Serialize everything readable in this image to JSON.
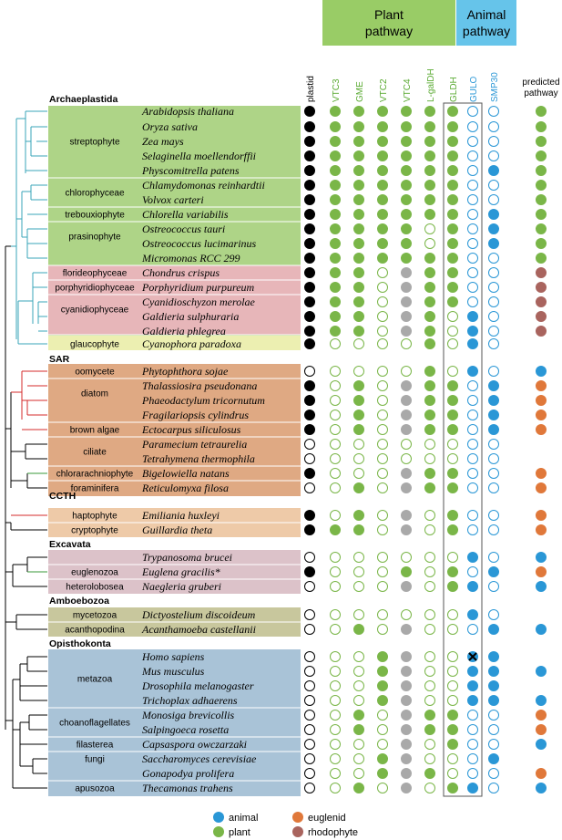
{
  "header": {
    "plant_pathway": "Plant pathway",
    "animal_pathway": "Animal pathway",
    "plant_color": "#99cc66",
    "animal_color": "#66c4ea"
  },
  "columns": [
    {
      "key": "plastid",
      "label": "plastid",
      "color": "#000000"
    },
    {
      "key": "VTC3",
      "label": "VTC3",
      "color": "#5aaa32"
    },
    {
      "key": "GME",
      "label": "GME",
      "color": "#5aaa32"
    },
    {
      "key": "VTC2",
      "label": "VTC2",
      "color": "#5aaa32"
    },
    {
      "key": "VTC4",
      "label": "VTC4",
      "color": "#5aaa32"
    },
    {
      "key": "LgalDH",
      "label": "L-galDH",
      "color": "#5aaa32"
    },
    {
      "key": "GLDH",
      "label": "GLDH",
      "color": "#5aaa32"
    },
    {
      "key": "GULO",
      "label": "GULO",
      "color": "#2a97d6"
    },
    {
      "key": "SMP30",
      "label": "SMP30",
      "color": "#2a97d6"
    },
    {
      "key": "pred",
      "label": "predicted pathway",
      "color": "#000000"
    }
  ],
  "groups": [
    "Archaeplastida",
    "SAR",
    "CCTH",
    "Excavata",
    "Amboebozoa",
    "Opisthokonta"
  ],
  "clades": [
    "streptophyte",
    "chlorophyceae",
    "trebouxiophyte",
    "prasinophyte",
    "florideophyceae",
    "porphyridiophyceae",
    "cyanidiophyceae",
    "glaucophyte",
    "oomycete",
    "diatom",
    "brown algae",
    "ciliate",
    "chlorarachniophyte",
    "foraminifera",
    "haptophyte",
    "cryptophyte",
    "euglenozoa",
    "heterolobosea",
    "mycetozoa",
    "acanthopodina",
    "metazoa",
    "choanoflagellates",
    "filasterea",
    "fungi",
    "apusozoa"
  ],
  "species": [
    "Arabidopsis thaliana",
    "Oryza sativa",
    "Zea mays",
    "Selaginella moellendorffii",
    "Physcomitrella patens",
    "Chlamydomonas reinhardtii",
    "Volvox carteri",
    "Chlorella variabilis",
    "Ostreococcus tauri",
    "Ostreococcus lucimarinus",
    "Micromonas RCC 299",
    "Chondrus crispus",
    "Porphyridium purpureum",
    "Cyanidioschyzon merolae",
    "Galdieria sulphuraria",
    "Galdieria phlegrea",
    "Cyanophora paradoxa",
    "Phytophthora sojae",
    "Thalassiosira pseudonana",
    "Phaeodactylum tricornutum",
    "Fragilariopsis cylindrus",
    "Ectocarpus siliculosus",
    "Paramecium tetraurelia",
    "Tetrahymena thermophila",
    "Bigelowiella natans",
    "Reticulomyxa filosa",
    "Emiliania huxleyi",
    "Guillardia theta",
    "Trypanosoma brucei",
    "Euglena gracilis*",
    "Naegleria gruberi",
    "Dictyostelium discoideum",
    "Acanthamoeba castellanii",
    "Homo sapiens",
    "Mus musculus",
    "Drosophila melanogaster",
    "Trichoplax adhaerens",
    "Monosiga brevicollis",
    "Salpingoeca rosetta",
    "Capsaspora owczarzaki",
    "Saccharomyces cerevisiae",
    "Gonapodya prolifera",
    "Thecamonas trahens"
  ],
  "matrix_codes": {
    "K": "filled black",
    "O": "open black",
    "G": "filled green",
    "o": "open green",
    "R": "filled grey",
    "B": "filled blue",
    "b": "open blue",
    "X": "blue crossed",
    "n": "filled orange",
    "m": "filled rhodophyte",
    "-": "absent"
  },
  "matrix": [
    "KGGGGGGbbG",
    "KGGGGGGbbG",
    "KGGGGGGbbG",
    "KGGGGGGbbG",
    "KGGGGGGbBG",
    "KGGGGGGbbG",
    "KGGGGGGbbG",
    "KGGGGGGbBG",
    "KGGGGoGbBG",
    "KGGGGoGbBG",
    "KGGGGGGbbG",
    "KGGoRGGbbm",
    "KGGoRGGbbm",
    "KGGoRGGbbm",
    "KGGoRGoBbm",
    "KGGoRGoBbm",
    "KooooGoBb-",
    "OooooGoBbB",
    "KoGoRGGbBn",
    "KoGoRGGbBn",
    "KoGoRGGbBn",
    "KoGoRGGbBn",
    "Ooooooobb-",
    "Ooooooobb-",
    "KoooRGGbbn",
    "OoGoRGGbbn",
    "KoGoRoGbbn",
    "KGGoRoGbbn",
    "OooooooBbB",
    "KoooGoGbBn",
    "OoooRoGBbB",
    "OooooooBb-",
    "OoGoRoobBB",
    "OooGRooXB-",
    "OooGRooBBB",
    "OooGRooBB-",
    "OooGRooBBB",
    "OoGoRGGbbn",
    "OoGoRGGbbn",
    "OoooRoGbbB",
    "OooGRoobB-",
    "OooGRGobbn",
    "OoGoRoGBbB"
  ],
  "legend": {
    "animal": "animal",
    "plant": "plant",
    "euglenid": "euglenid",
    "rhodophyte": "rhodophyte"
  },
  "colors": {
    "plant": "#7ab648",
    "animal": "#2a97d6",
    "euglenid": "#e0783a",
    "rhodophyte": "#a9645e",
    "grey": "#a9a9a9"
  }
}
